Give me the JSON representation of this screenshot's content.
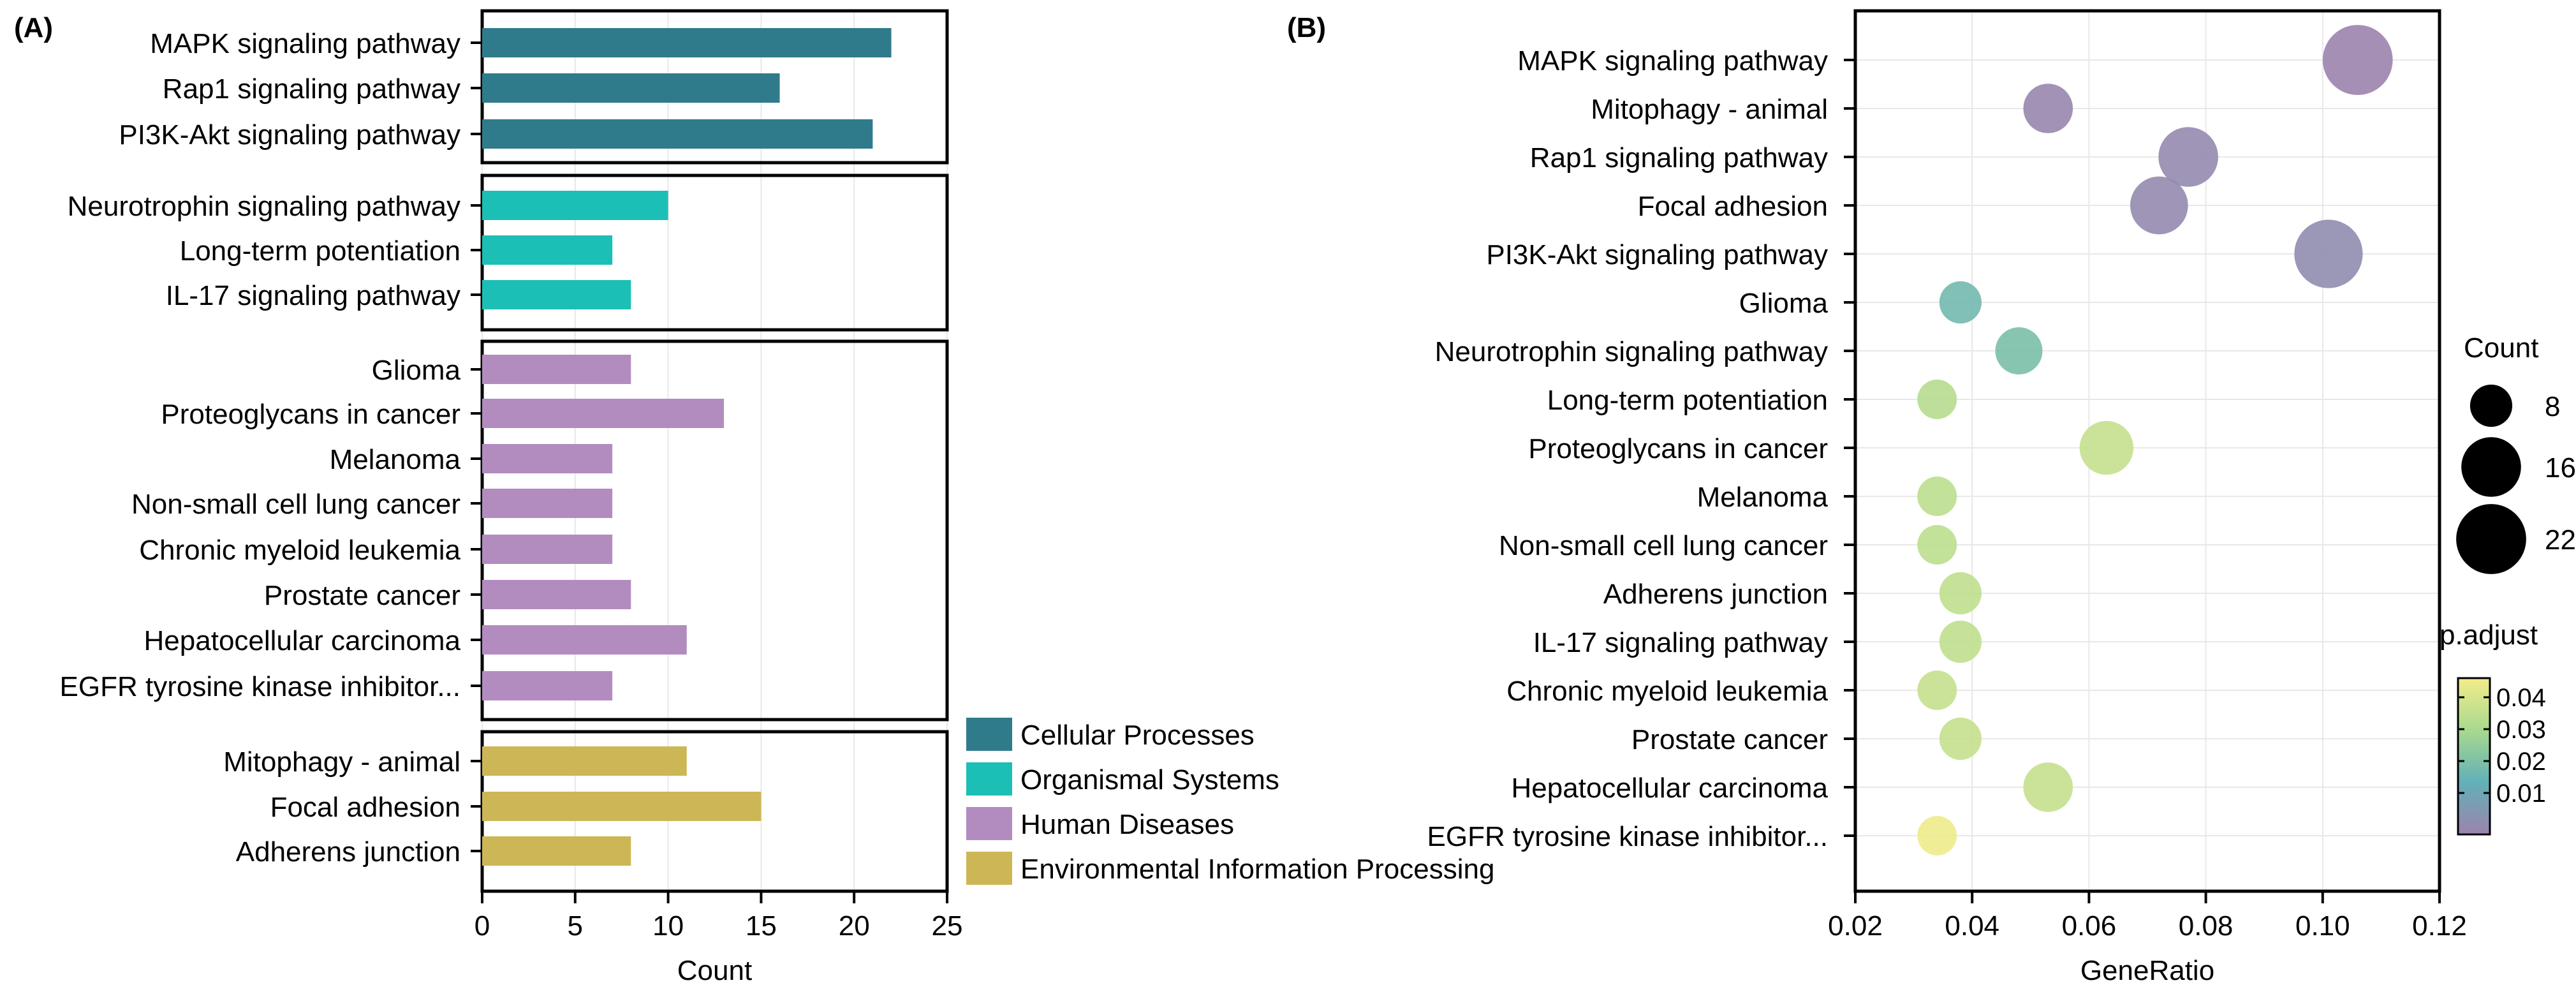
{
  "panel_labels": {
    "a": "(A)",
    "b": "(B)"
  },
  "chart_data": [
    {
      "type": "bar",
      "orientation": "horizontal",
      "xlabel": "Count",
      "xlim": [
        0,
        25
      ],
      "xticks": [
        0,
        5,
        10,
        15,
        20,
        25
      ],
      "grid": true,
      "legend_position": "bottom-right",
      "legend": [
        {
          "label": "Cellular Processes",
          "color": "#2f7b8c"
        },
        {
          "label": "Organismal Systems",
          "color": "#1cbfb6"
        },
        {
          "label": "Human Diseases",
          "color": "#b28cbf"
        },
        {
          "label": "Environmental Information Processing",
          "color": "#cdb656"
        }
      ],
      "groups": [
        {
          "category": "Cellular Processes",
          "color": "#2f7b8c",
          "bars": [
            {
              "label": "MAPK signaling pathway",
              "value": 22
            },
            {
              "label": "Rap1 signaling pathway",
              "value": 16
            },
            {
              "label": "PI3K-Akt signaling pathway",
              "value": 21
            }
          ]
        },
        {
          "category": "Organismal Systems",
          "color": "#1cbfb6",
          "bars": [
            {
              "label": "Neurotrophin signaling pathway",
              "value": 10
            },
            {
              "label": "Long-term potentiation",
              "value": 7
            },
            {
              "label": "IL-17 signaling pathway",
              "value": 8
            }
          ]
        },
        {
          "category": "Human Diseases",
          "color": "#b28cbf",
          "bars": [
            {
              "label": "Glioma",
              "value": 8
            },
            {
              "label": "Proteoglycans in cancer",
              "value": 13
            },
            {
              "label": "Melanoma",
              "value": 7
            },
            {
              "label": "Non-small cell lung cancer",
              "value": 7
            },
            {
              "label": "Chronic myeloid leukemia",
              "value": 7
            },
            {
              "label": "Prostate cancer",
              "value": 8
            },
            {
              "label": "Hepatocellular carcinoma",
              "value": 11
            },
            {
              "label": "EGFR tyrosine kinase inhibitor...",
              "value": 7
            }
          ]
        },
        {
          "category": "Environmental Information Processing",
          "color": "#cdb656",
          "bars": [
            {
              "label": "Mitophagy - animal",
              "value": 11
            },
            {
              "label": "Focal adhesion",
              "value": 15
            },
            {
              "label": "Adherens junction",
              "value": 8
            }
          ]
        }
      ]
    },
    {
      "type": "scatter",
      "subtype": "bubble",
      "xlabel": "GeneRatio",
      "xlim": [
        0.02,
        0.12
      ],
      "xticks": [
        "0.02",
        "0.04",
        "0.06",
        "0.08",
        "0.10",
        "0.12"
      ],
      "grid": true,
      "size_legend": {
        "title": "Count",
        "values": [
          8,
          16,
          22
        ]
      },
      "color_legend": {
        "title": "p.adjust",
        "ticks": [
          "0.04",
          "0.03",
          "0.02",
          "0.01"
        ],
        "tick_values": [
          0.04,
          0.03,
          0.02,
          0.01
        ],
        "range": [
          0.002,
          0.046
        ],
        "colors_low_to_high": [
          "#9c83ad",
          "#62b0b8",
          "#a8d98e",
          "#f3ec8c"
        ]
      },
      "points": [
        {
          "label": "MAPK signaling pathway",
          "x": 0.106,
          "count": 22,
          "p_adjust": 0.002
        },
        {
          "label": "Mitophagy - animal",
          "x": 0.053,
          "count": 11,
          "p_adjust": 0.003
        },
        {
          "label": "Rap1 signaling pathway",
          "x": 0.077,
          "count": 16,
          "p_adjust": 0.004
        },
        {
          "label": "Focal adhesion",
          "x": 0.072,
          "count": 15,
          "p_adjust": 0.004
        },
        {
          "label": "PI3K-Akt signaling pathway",
          "x": 0.101,
          "count": 21,
          "p_adjust": 0.005
        },
        {
          "label": "Glioma",
          "x": 0.038,
          "count": 8,
          "p_adjust": 0.02
        },
        {
          "label": "Neurotrophin signaling pathway",
          "x": 0.048,
          "count": 10,
          "p_adjust": 0.022
        },
        {
          "label": "Long-term potentiation",
          "x": 0.034,
          "count": 7,
          "p_adjust": 0.034
        },
        {
          "label": "Proteoglycans in cancer",
          "x": 0.063,
          "count": 13,
          "p_adjust": 0.037
        },
        {
          "label": "Melanoma",
          "x": 0.034,
          "count": 7,
          "p_adjust": 0.035
        },
        {
          "label": "Non-small cell lung cancer",
          "x": 0.034,
          "count": 7,
          "p_adjust": 0.035
        },
        {
          "label": "Adherens junction",
          "x": 0.038,
          "count": 8,
          "p_adjust": 0.036
        },
        {
          "label": "IL-17 signaling pathway",
          "x": 0.038,
          "count": 8,
          "p_adjust": 0.036
        },
        {
          "label": "Chronic myeloid leukemia",
          "x": 0.034,
          "count": 7,
          "p_adjust": 0.037
        },
        {
          "label": "Prostate cancer",
          "x": 0.038,
          "count": 8,
          "p_adjust": 0.037
        },
        {
          "label": "Hepatocellular carcinoma",
          "x": 0.053,
          "count": 11,
          "p_adjust": 0.037
        },
        {
          "label": "EGFR tyrosine kinase inhibitor...",
          "x": 0.034,
          "count": 7,
          "p_adjust": 0.045
        }
      ]
    }
  ]
}
